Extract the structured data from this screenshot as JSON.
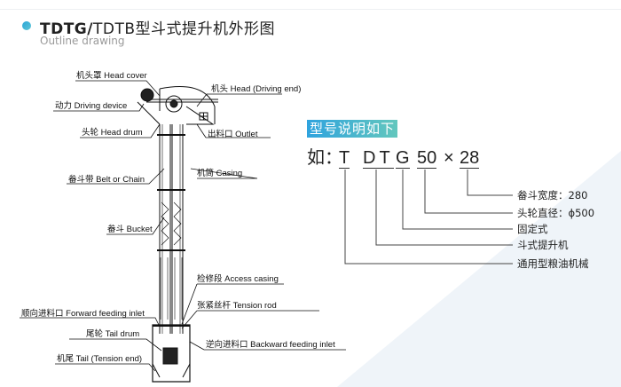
{
  "header": {
    "title_bold": "TDTG/",
    "title_rest": "TDTB型斗式提升机外形图",
    "subtitle": "Outline drawing",
    "accent_color": "#2aa6d8"
  },
  "diagram_labels": {
    "head_cover": "机头罩 Head cover",
    "head": "机头 Head (Driving end)",
    "driving_device": "动力 Driving device",
    "head_drum": "头轮 Head drum",
    "outlet": "出料口 Outlet",
    "belt": "畚斗带 Belt  or Chain",
    "casing": "机筒 Casing",
    "bucket": "畚斗 Bucket",
    "access_casing": "检修段 Access casing",
    "tension_rod": "张紧丝杆 Tension rod",
    "forward_inlet": "顺向进料口 Forward feeding inlet",
    "tail_drum": "尾轮 Tail drum",
    "backward_inlet": "逆向进料口 Backward feeding inlet",
    "tail": "机尾 Tail (Tension end)"
  },
  "model_explanation": {
    "badge": "型号说明如下",
    "prefix": "如：",
    "parts": [
      "T",
      "DT",
      "G",
      "50",
      "×",
      "28"
    ],
    "legend": [
      "畚斗宽度：280",
      "头轮直径：ϕ500",
      "固定式",
      "斗式提升机",
      "通用型粮油机械"
    ]
  }
}
